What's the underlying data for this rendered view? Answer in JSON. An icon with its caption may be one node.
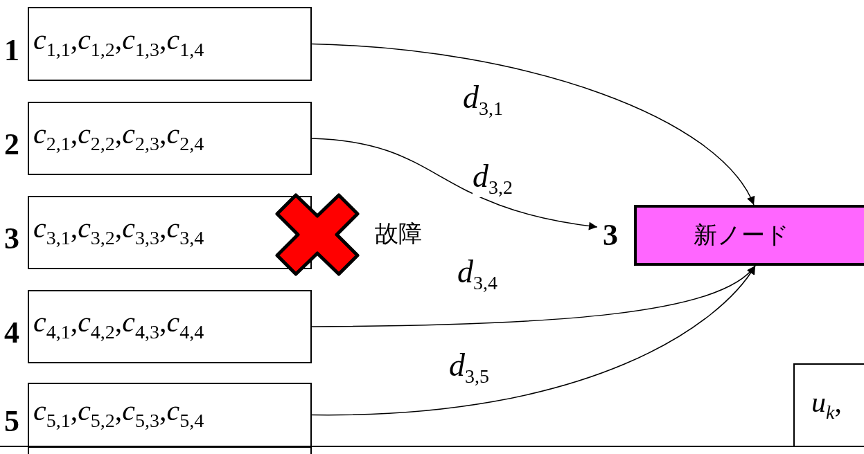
{
  "diagram": {
    "nodes": [
      {
        "text": [
          "1",
          "*c*$_{1,1}$,*c*$_{1,2}$,*c*$_{1,3}$,*c*$_{1,4}$"
        ]
      },
      {
        "text": [
          "2",
          "*c*$_{2,1}$,*c*$_{2,2}$,*c*$_{2,3}$,*c*$_{2,4}$"
        ]
      },
      {
        "text": [
          "3",
          "*c*$_{3,1}$,*c*$_{3,2}$,*c*$_{3,3}$,*c*$_{3,4}$"
        ]
      },
      {
        "text": [
          "4",
          "*c*$_{4,1}$,*c*$_{4,2}$,*c*$_{4,3}$,*c*$_{4,4}$"
        ]
      },
      {
        "text": [
          "5",
          "*c*$_{5,1}$,*c*$_{5,2}$,*c*$_{5,3}$,*c*$_{5,4}$"
        ]
      },
      {
        "text": [
          "3",
          "新ノード"
        ]
      },
      {
        "text": [
          "*u*$_{k}$,"
        ]
      },
      {
        "text": [],
        "shape": "box"
      }
    ],
    "edges": [
      {
        "from": 0,
        "to": 5,
        "arrow": "to",
        "label": "*d*$_{3,1}$"
      },
      {
        "from": 1,
        "to": 5,
        "arrow": "to",
        "label": "*d*$_{3,2}$"
      },
      {
        "from": 3,
        "to": 5,
        "arrow": "to",
        "label": "*d*$_{3,4}$"
      },
      {
        "from": 4,
        "to": 5,
        "arrow": "to",
        "label": "*d*$_{3,5}$"
      }
    ],
    "labels": [
      "故障"
    ]
  }
}
